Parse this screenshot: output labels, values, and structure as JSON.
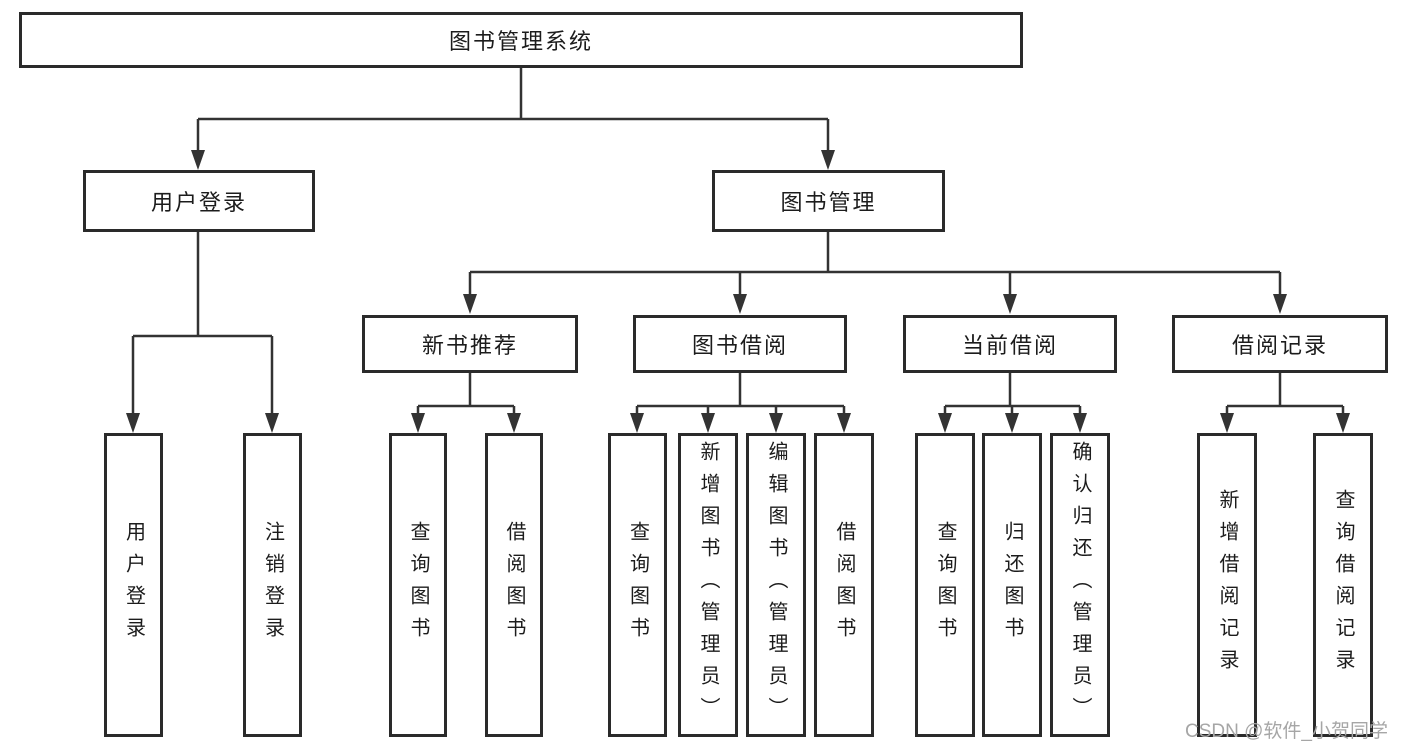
{
  "diagram_title": "图书管理系统",
  "colors": {
    "line": "#333333",
    "border": "#2a2a2a",
    "text": "#1c1c1c",
    "background": "#ffffff",
    "watermark": "#a6a6a6"
  },
  "watermark": {
    "text": "CSDN @软件_小贺同学"
  },
  "tree": {
    "label": "图书管理系统",
    "children": [
      {
        "label": "用户登录",
        "children": [
          {
            "label": "用户登录"
          },
          {
            "label": "注销登录"
          }
        ]
      },
      {
        "label": "图书管理",
        "children": [
          {
            "label": "新书推荐",
            "children": [
              {
                "label": "查询图书"
              },
              {
                "label": "借阅图书"
              }
            ]
          },
          {
            "label": "图书借阅",
            "children": [
              {
                "label": "查询图书"
              },
              {
                "label": "新增图书（管理员）"
              },
              {
                "label": "编辑图书（管理员）"
              },
              {
                "label": "借阅图书"
              }
            ]
          },
          {
            "label": "当前借阅",
            "children": [
              {
                "label": "查询图书"
              },
              {
                "label": "归还图书"
              },
              {
                "label": "确认归还（管理员）"
              }
            ]
          },
          {
            "label": "借阅记录",
            "children": [
              {
                "label": "新增借阅记录"
              },
              {
                "label": "查询借阅记录"
              }
            ]
          }
        ]
      }
    ]
  }
}
